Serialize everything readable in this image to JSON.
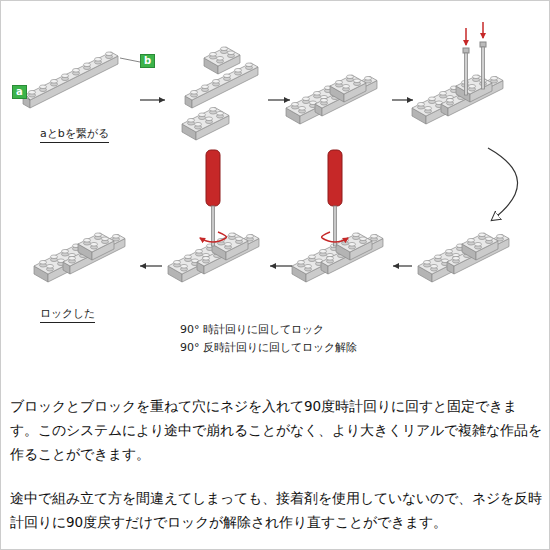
{
  "diagram": {
    "nodes": [
      {
        "text": [
          "a"
        ]
      },
      {
        "text": [
          "b"
        ]
      }
    ],
    "labels": [
      "aとbを繋がる",
      "ロックした",
      "90° 時計回りに回してロック",
      "90° 反時計回りに回してロック解除",
      "ブロックとブロックを重ねて穴にネジを入れて90度時計回りに回すと固定できます。このシステムにより途中で崩れることがなく、より大きくリアルで複雑な作品を作ることができます。",
      "途中で組み立て方を間違えてしまっても、接着剤を使用していないので、ネジを反時計回りに90度戻すだけでロックが解除され作り直すことができます。"
    ]
  }
}
